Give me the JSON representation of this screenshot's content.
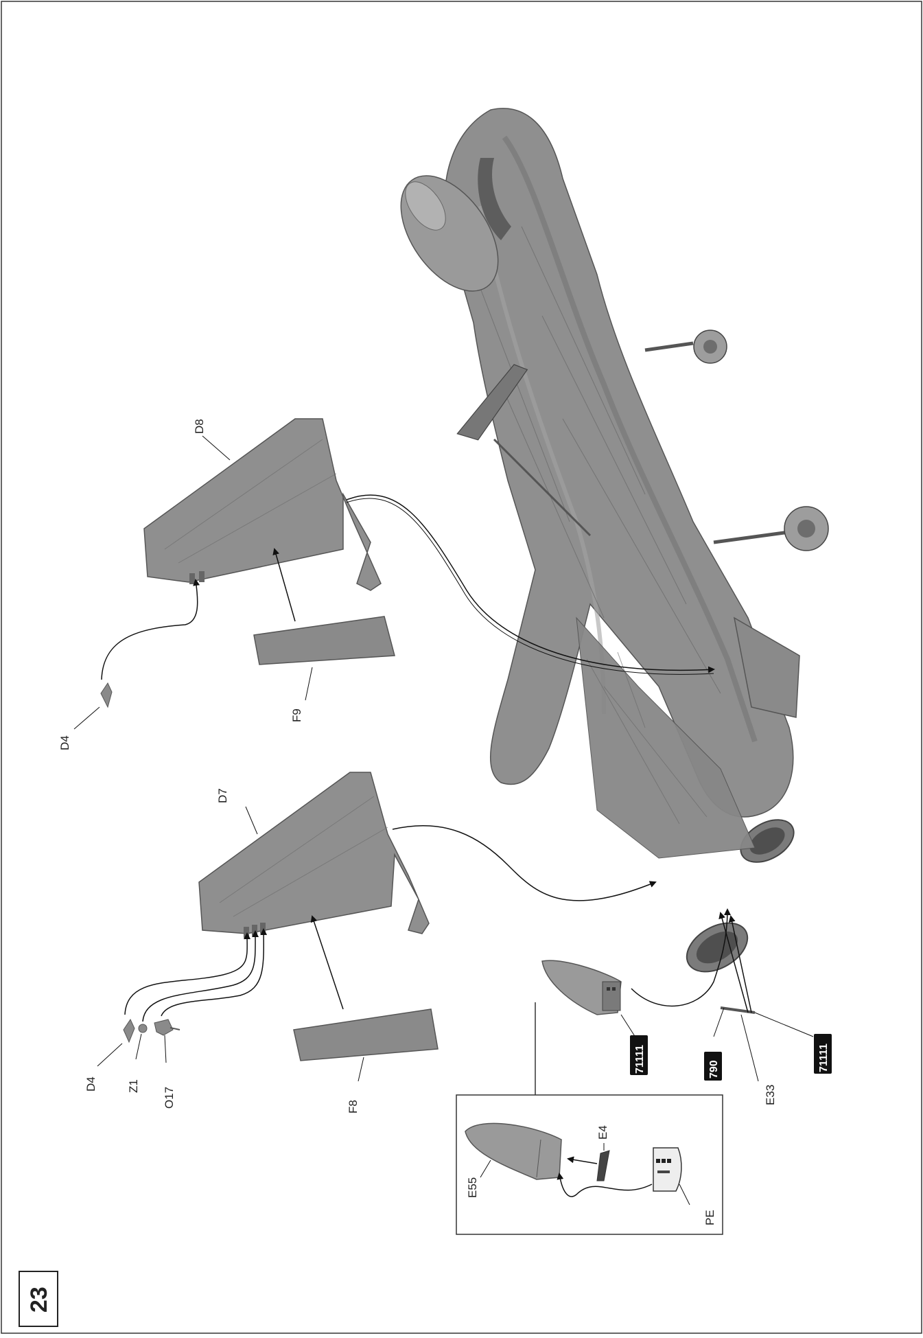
{
  "step": {
    "number": "23"
  },
  "labels": {
    "d8": "D8",
    "d7": "D7",
    "f9": "F9",
    "f8": "F8",
    "d4_top": "D4",
    "d4_bottom": "D4",
    "z1": "Z1",
    "o17": "O17",
    "e55": "E55",
    "e4": "E4",
    "pe": "PE",
    "e33": "E33"
  },
  "paint_codes": {
    "nose_cone": "71111",
    "probe_a": "790",
    "probe_b": "71111"
  },
  "colors": {
    "paint_code_background": "#111111",
    "part_gray": "#8d8d8d",
    "frame": "#333333"
  }
}
